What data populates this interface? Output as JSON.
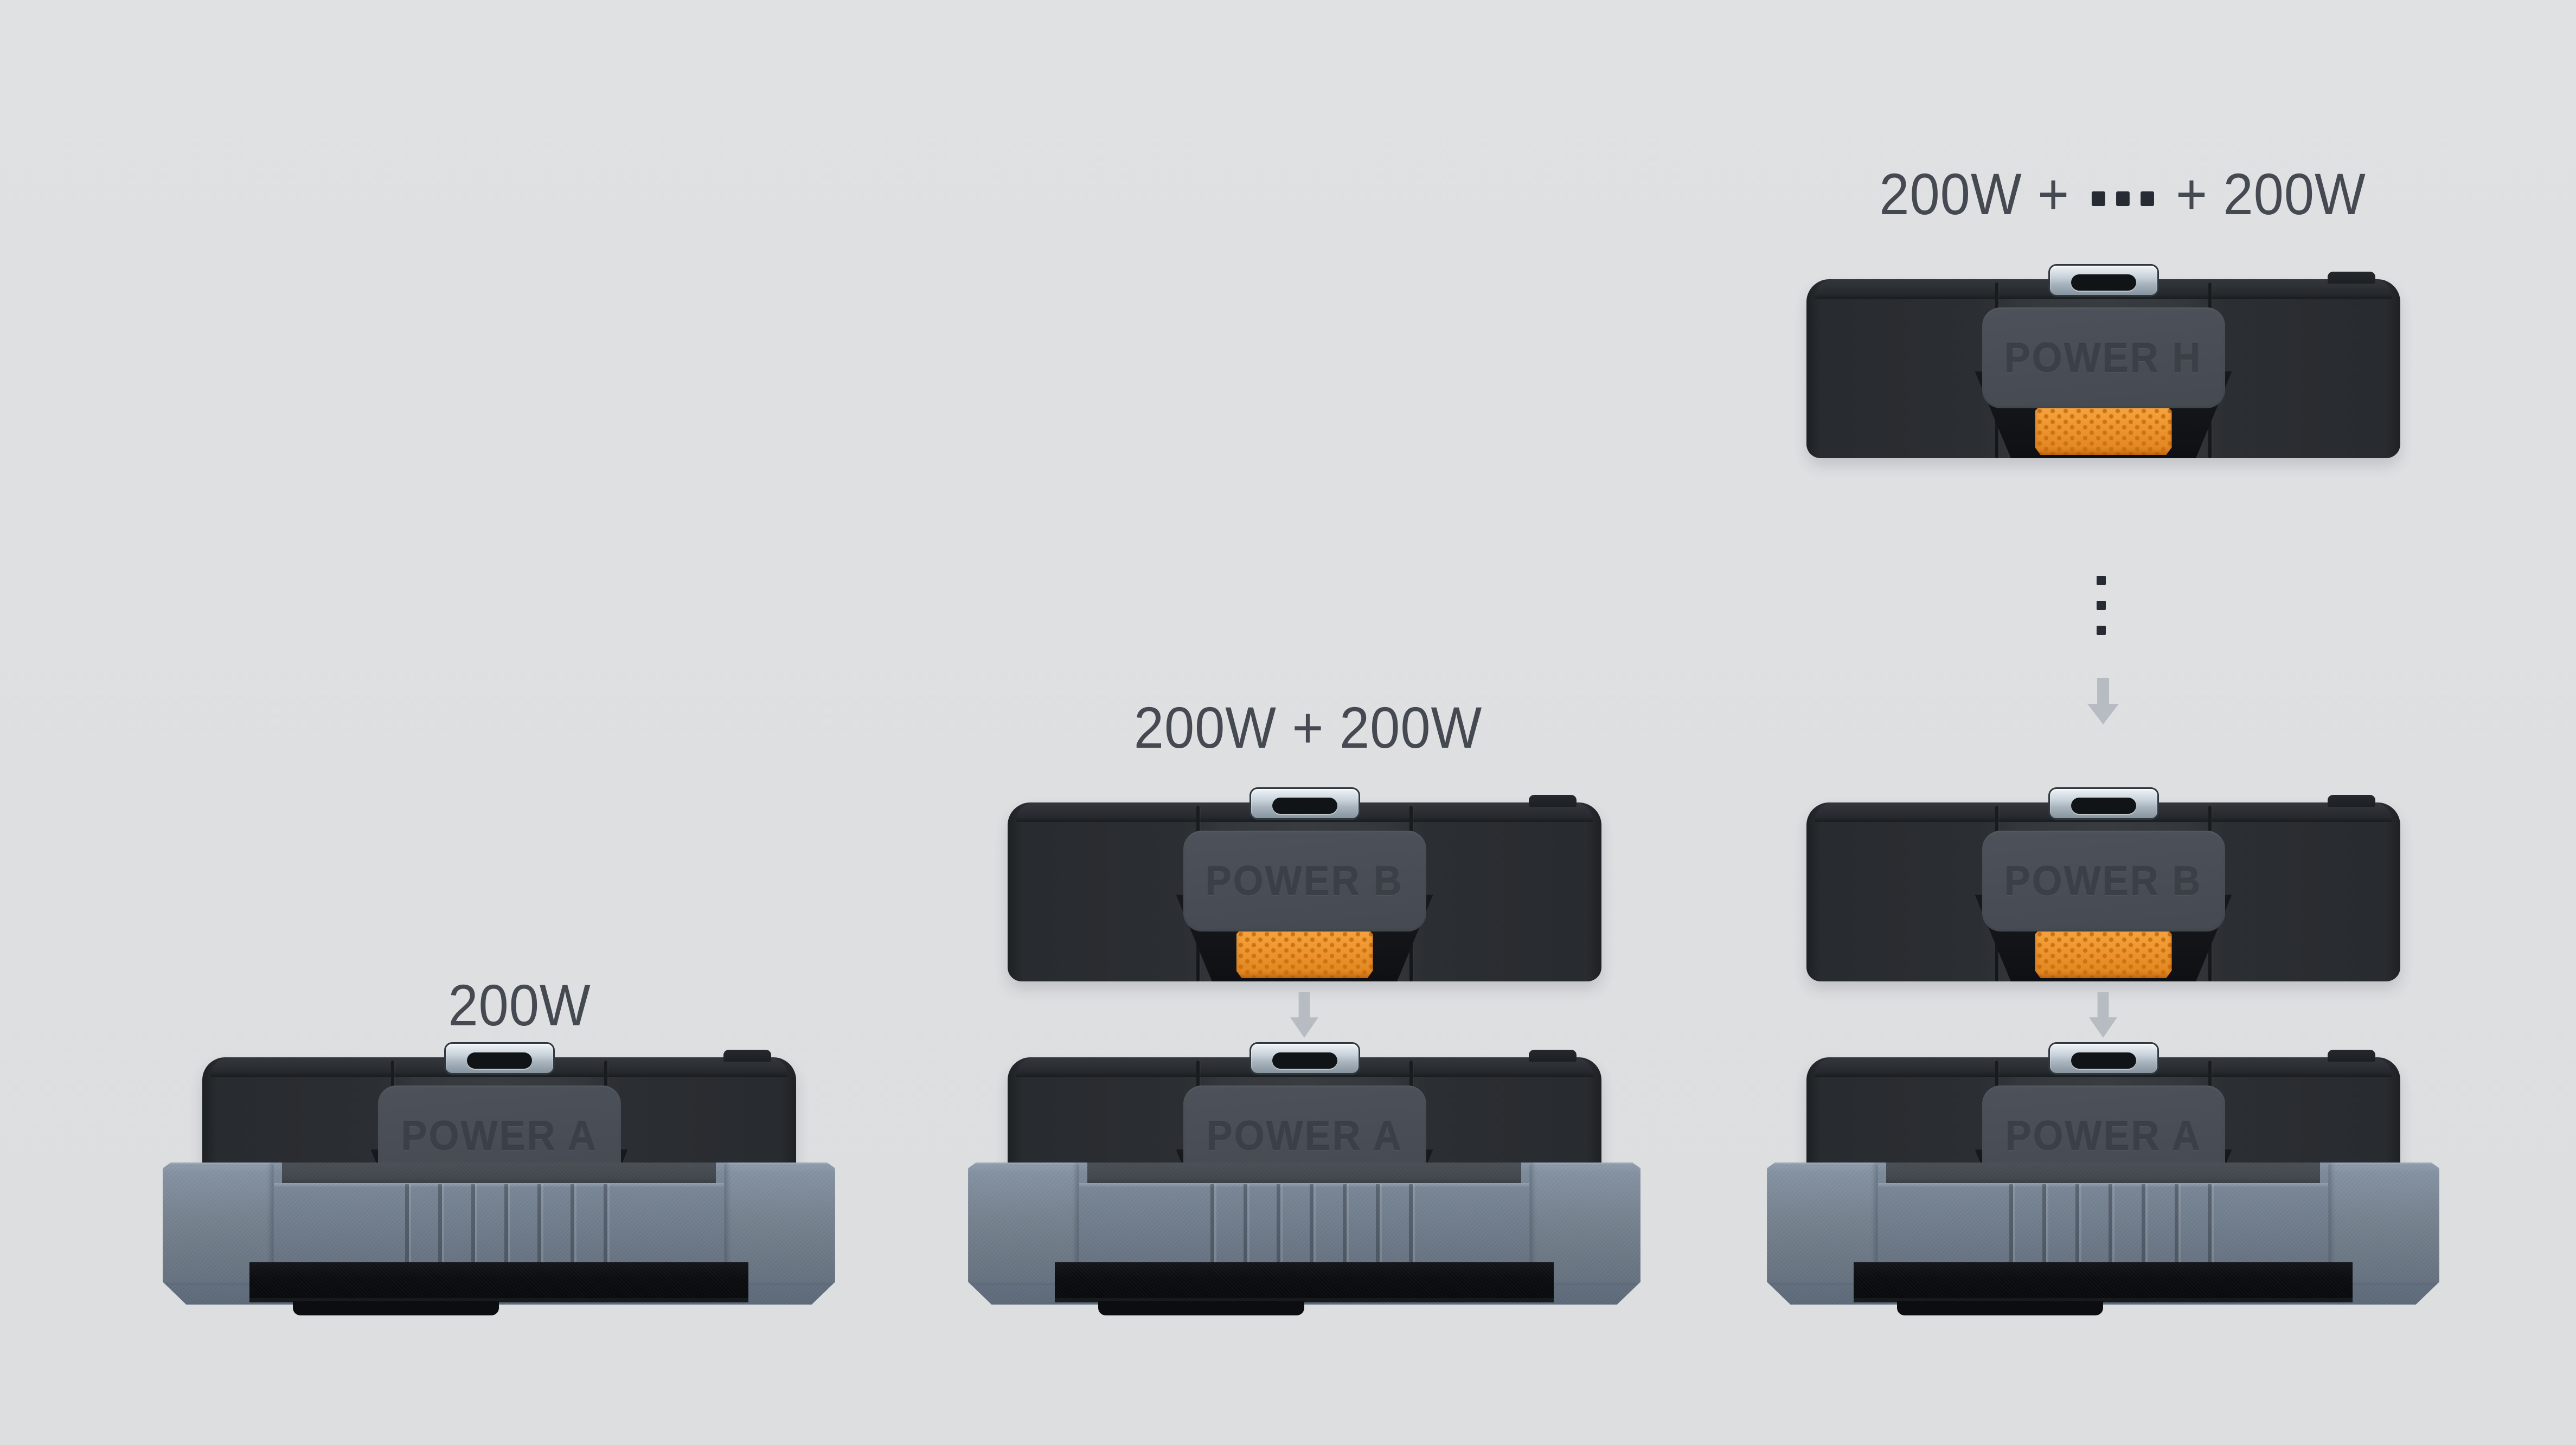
{
  "scene": {
    "description": "Modular stackable power station diagram showing 200W units combining",
    "background_color": "#dee0e2"
  },
  "captions": {
    "single": "200W",
    "double": "200W + 200W",
    "multi_prefix": "200W +",
    "multi_suffix": "+ 200W",
    "multi_full": "200W + ⋯ + 200W"
  },
  "modules": {
    "a": "POWER A",
    "b": "POWER B",
    "h": "POWER H"
  },
  "stacks": [
    {
      "name": "single",
      "caption": "200W",
      "items": [
        "POWER A"
      ],
      "connectors": []
    },
    {
      "name": "double",
      "caption": "200W + 200W",
      "items": [
        "POWER B",
        "POWER A"
      ],
      "connectors": [
        "down-arrow"
      ]
    },
    {
      "name": "multi",
      "caption": "200W + ⋯ + 200W",
      "items": [
        "POWER H",
        "POWER B",
        "POWER A"
      ],
      "connectors": [
        "vertical-ellipsis",
        "down-arrow",
        "down-arrow"
      ]
    }
  ],
  "colors": {
    "accent_orange": "#f09b35",
    "module_body": "#2b2e32",
    "label_panel": "#4b5058",
    "dock_base_blue_gray": "#73808f",
    "arrow_gray": "#b7bcc3",
    "text": "#454a52"
  }
}
